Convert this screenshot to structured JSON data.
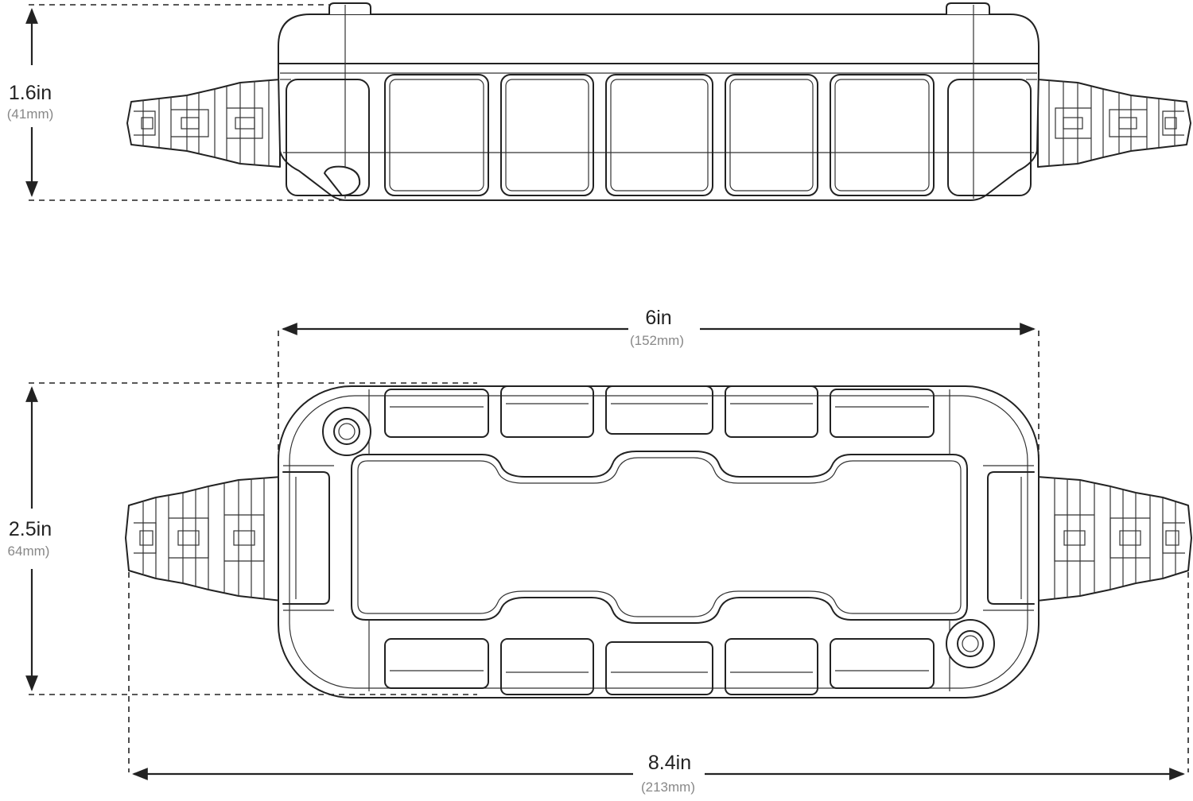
{
  "dimensions": {
    "height": {
      "main": "1.6in",
      "sub": "(41mm)"
    },
    "body_width": {
      "main": "6in",
      "sub": "(152mm)"
    },
    "depth": {
      "main": "2.5in",
      "sub": "64mm)"
    },
    "overall_length": {
      "main": "8.4in",
      "sub": "(213mm)"
    }
  },
  "colors": {
    "line": "#222222",
    "secondary_text": "#888888",
    "background": "#ffffff"
  }
}
